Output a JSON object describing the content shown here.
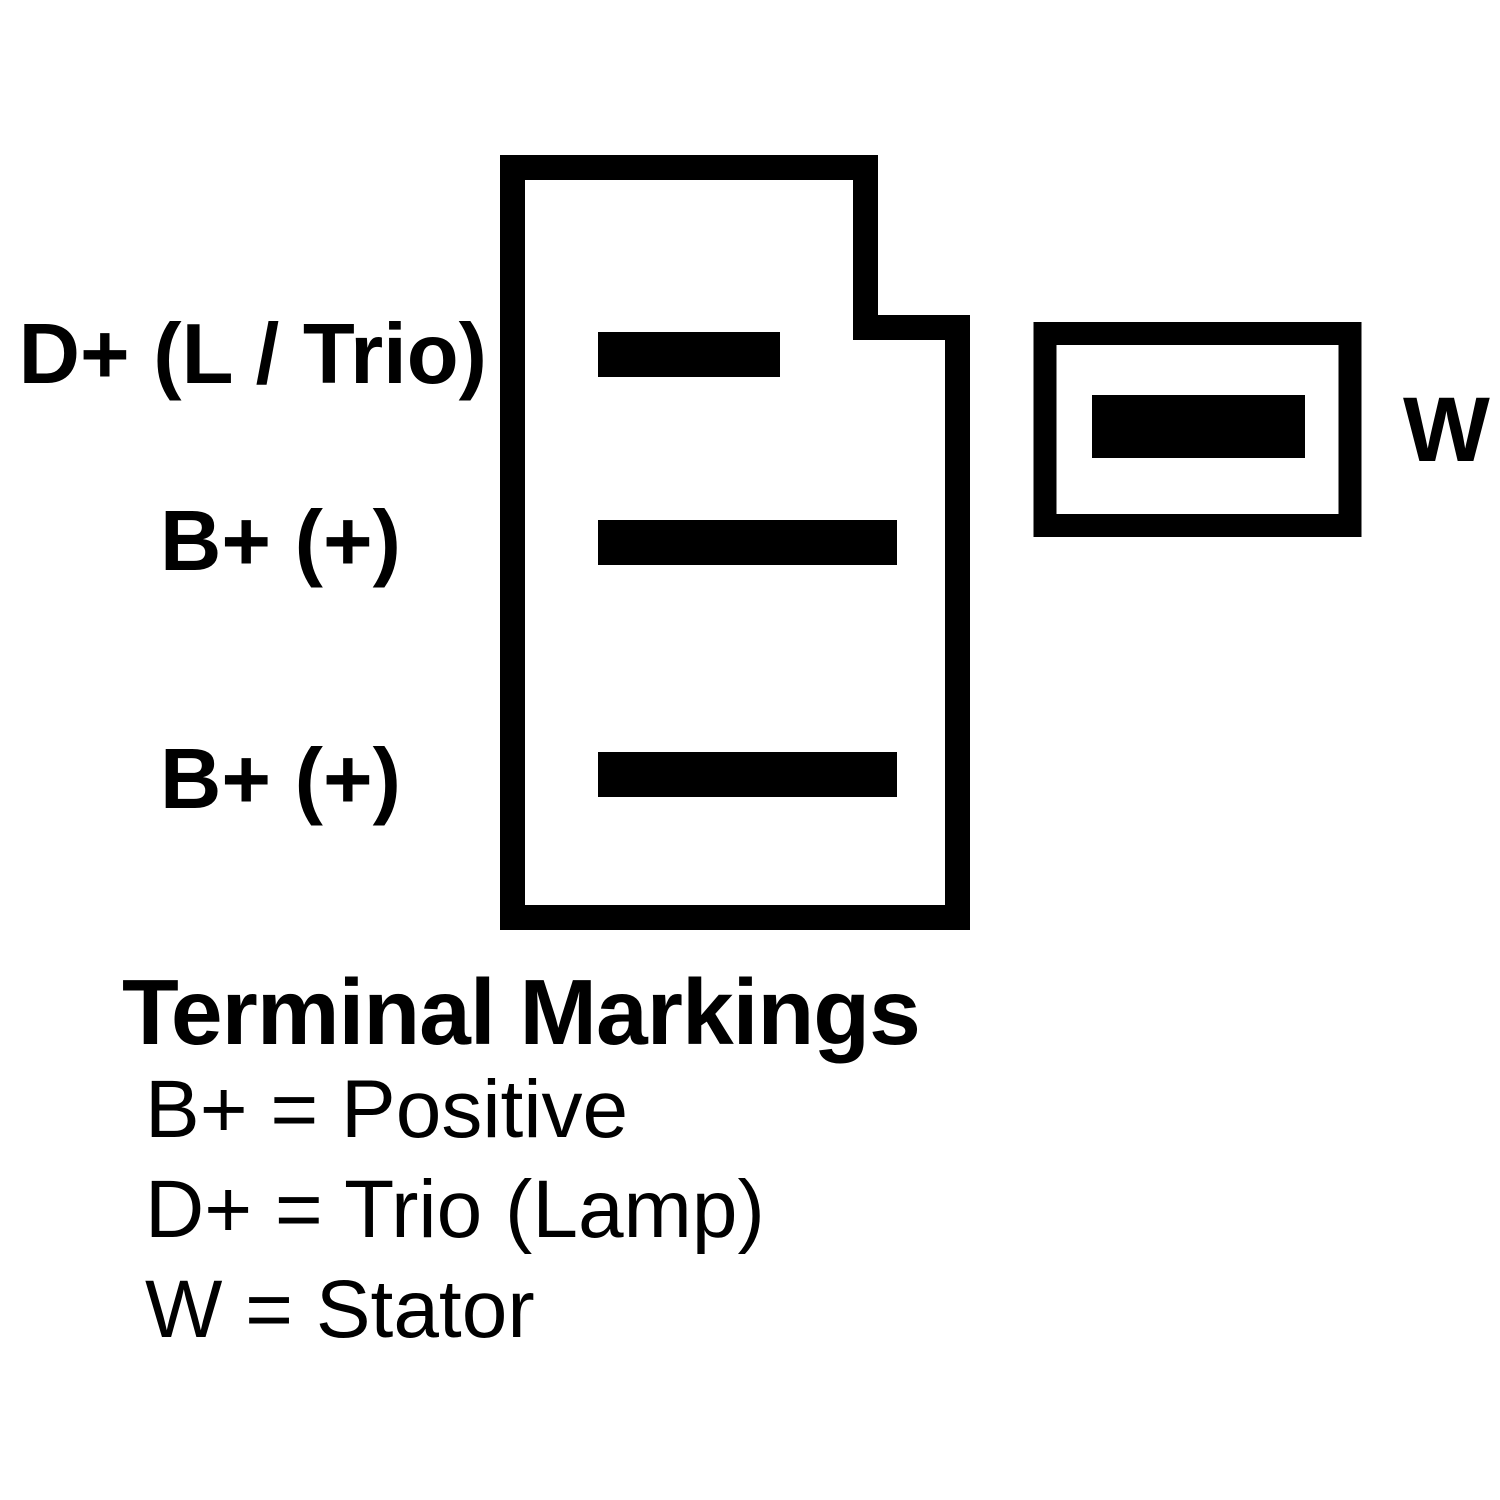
{
  "diagram": {
    "terminal_labels": {
      "d_plus": "D+ (L / Trio)",
      "b_plus_middle": "B+ (+)",
      "b_plus_bottom": "B+ (+)",
      "w": "W"
    },
    "legend": {
      "title": "Terminal Markings",
      "entries": [
        "B+ = Positive",
        "D+ = Trio (Lamp)",
        "W = Stator"
      ]
    },
    "colors": {
      "line": "#000000",
      "background": "#ffffff"
    }
  }
}
